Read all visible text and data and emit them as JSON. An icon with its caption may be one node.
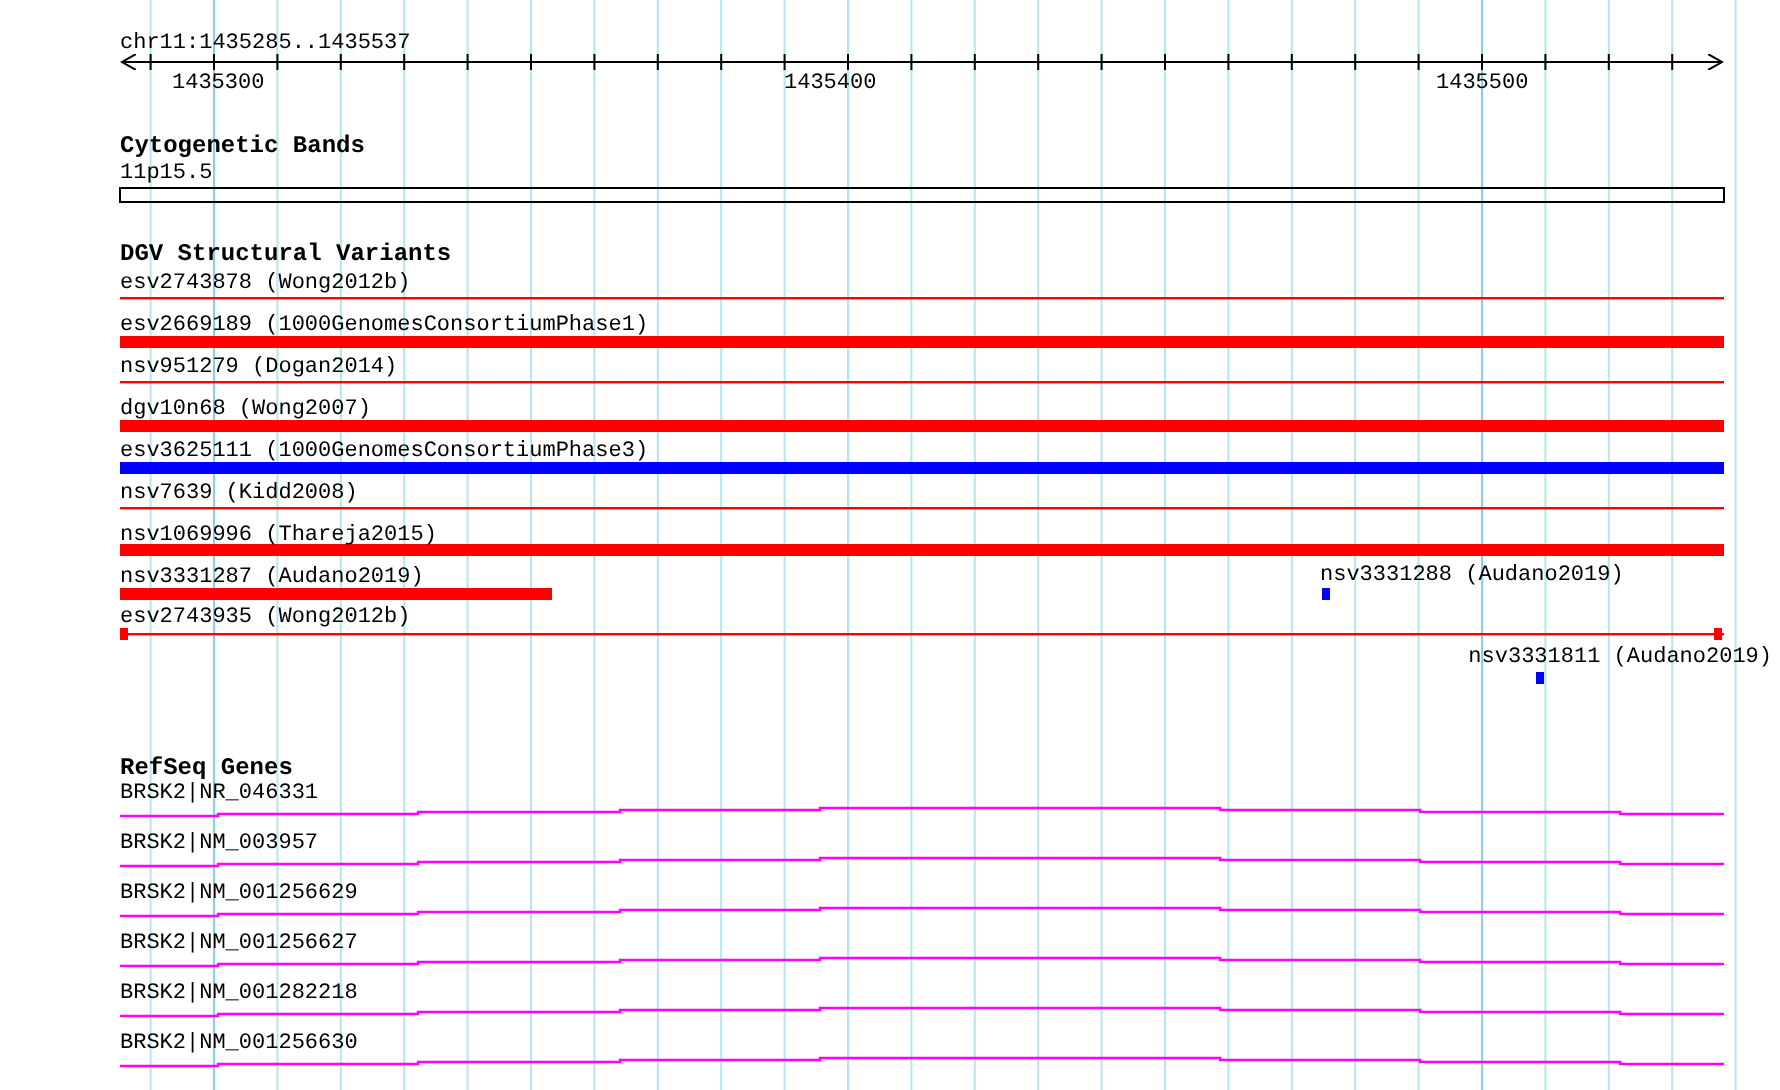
{
  "diagram": {
    "labels": [
      "chr11:1435285..1435537",
      "1435300",
      "1435400",
      "1435500",
      "Cytogenetic Bands",
      "11p15.5",
      "DGV Structural Variants",
      "esv2743878 (Wong2012b)",
      "esv2669189 (1000GenomesConsortiumPhase1)",
      "nsv951279 (Dogan2014)",
      "dgv10n68 (Wong2007)",
      "esv3625111 (1000GenomesConsortiumPhase3)",
      "nsv7639 (Kidd2008)",
      "nsv1069996 (Thareja2015)",
      "nsv3331287 (Audano2019)",
      "nsv3331288 (Audano2019)",
      "esv2743935 (Wong2012b)",
      "nsv3331811 (Audano2019)",
      "RefSeq Genes",
      "BRSK2|NR_046331",
      "BRSK2|NM_003957",
      "BRSK2|NM_001256629",
      "BRSK2|NM_001256627",
      "BRSK2|NM_001282218",
      "BRSK2|NM_001256630"
    ]
  }
}
